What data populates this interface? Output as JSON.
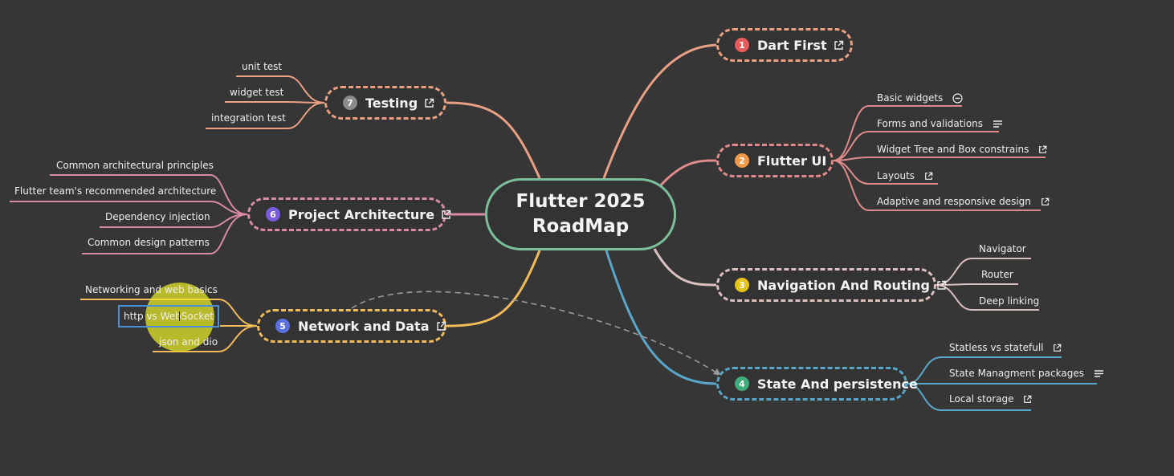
{
  "root": {
    "line1": "Flutter 2025",
    "line2": "RoadMap"
  },
  "topics": [
    {
      "num": "1",
      "label": "Dart First",
      "color": "#e95b5b",
      "stroke": "#e9a083",
      "leaves": []
    },
    {
      "num": "2",
      "label": "Flutter UI",
      "color": "#f2994a",
      "stroke": "#e08b8b",
      "leaves": [
        {
          "label": "Basic widgets",
          "icon": "collapse-icon"
        },
        {
          "label": "Forms and validations",
          "icon": "notes-icon"
        },
        {
          "label": "Widget Tree and Box constrains",
          "icon": "external-link-icon"
        },
        {
          "label": "Layouts",
          "icon": "external-link-icon"
        },
        {
          "label": "Adaptive and responsive design",
          "icon": "external-link-icon"
        }
      ]
    },
    {
      "num": "3",
      "label": "Navigation And Routing",
      "color": "#e6c21a",
      "stroke": "#dcc0c0",
      "leaves": [
        {
          "label": "Navigator",
          "icon": ""
        },
        {
          "label": "Router",
          "icon": ""
        },
        {
          "label": "Deep linking",
          "icon": ""
        }
      ]
    },
    {
      "num": "4",
      "label": "State And persistence",
      "color": "#3fae7d",
      "stroke": "#5aa6c9",
      "leaves": [
        {
          "label": "Statless vs statefull",
          "icon": "external-link-icon"
        },
        {
          "label": "State Managment packages",
          "icon": "notes-icon"
        },
        {
          "label": "Local storage",
          "icon": "external-link-icon"
        }
      ]
    },
    {
      "num": "5",
      "label": "Network and Data",
      "color": "#5b6fe0",
      "stroke": "#f2bb5a",
      "leaves": [
        {
          "label": "Networking and web basics",
          "icon": ""
        },
        {
          "label": "http vs WebSocket",
          "icon": ""
        },
        {
          "label": "json and dio",
          "icon": ""
        }
      ]
    },
    {
      "num": "6",
      "label": "Project Architecture",
      "color": "#7a5ce0",
      "stroke": "#d98aa8",
      "leaves": [
        {
          "label": "Common architectural principles",
          "icon": ""
        },
        {
          "label": "Flutter team's recommended architecture",
          "icon": ""
        },
        {
          "label": "Dependency injection",
          "icon": ""
        },
        {
          "label": "Common design patterns",
          "icon": ""
        }
      ]
    },
    {
      "num": "7",
      "label": "Testing",
      "color": "#8a8a8a",
      "stroke": "#e9a083",
      "leaves": [
        {
          "label": "unit test",
          "icon": ""
        },
        {
          "label": "widget test",
          "icon": ""
        },
        {
          "label": "integration test",
          "icon": ""
        }
      ]
    }
  ]
}
